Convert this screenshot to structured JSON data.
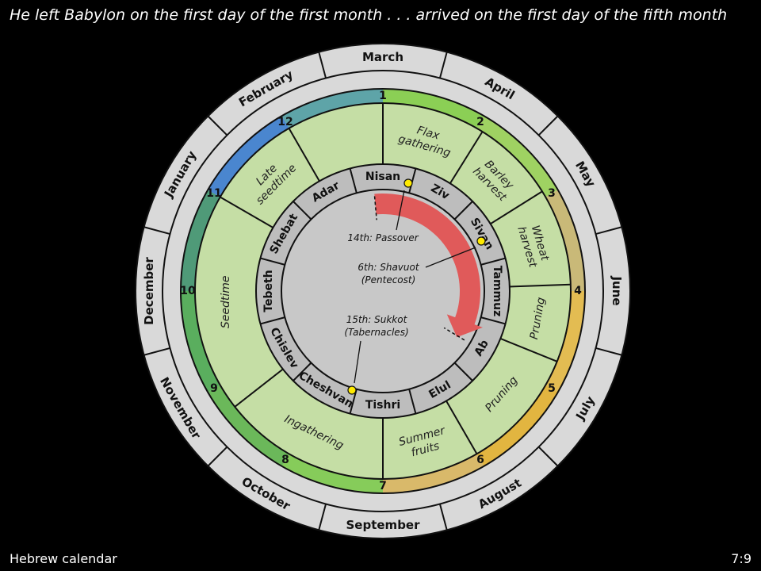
{
  "title": "He left Babylon on the first day of the first month . . . arrived on the first day of the fifth month",
  "footer": {
    "left": "Hebrew calendar",
    "right": "7:9"
  },
  "gregorian_months": [
    "March",
    "April",
    "May",
    "June",
    "July",
    "August",
    "September",
    "October",
    "November",
    "December",
    "January",
    "February"
  ],
  "month_numbers": [
    "1",
    "2",
    "3",
    "4",
    "5",
    "6",
    "7",
    "8",
    "9",
    "10",
    "11",
    "12"
  ],
  "number_ring_colors": [
    "#8bcf55",
    "#9fd262",
    "#c9b978",
    "#e3bc52",
    "#e2b540",
    "#d9b96a",
    "#86cc5a",
    "#6bb85a",
    "#5aae5e",
    "#4f9a78",
    "#4a86cf",
    "#5ea4a8"
  ],
  "seasons": [
    {
      "lines": [
        "Flax",
        "gathering"
      ]
    },
    {
      "lines": [
        "Barley",
        "harvest"
      ]
    },
    {
      "lines": [
        "Wheat",
        "harvest"
      ]
    },
    {
      "lines": [
        "Pruning"
      ]
    },
    {
      "lines": [
        "Pruning"
      ]
    },
    {
      "lines": [
        "Summer",
        "fruits"
      ]
    },
    {
      "lines": [
        "Ingathering"
      ]
    },
    {
      "lines": [
        "Seedtime"
      ]
    },
    {
      "lines": [
        "Late",
        "seedtime"
      ]
    }
  ],
  "hebrew_months": [
    "Nisan",
    "Ziv",
    "Sivan",
    "Tammuz",
    "Ab",
    "Elul",
    "Tishri",
    "Cheshvan",
    "Chislev",
    "Tebeth",
    "Shebat",
    "Adar"
  ],
  "feasts": [
    {
      "lines": [
        "14th: Passover"
      ]
    },
    {
      "lines": [
        "6th: Shavuot",
        "(Pentecost)"
      ]
    },
    {
      "lines": [
        "15th: Sukkot",
        "(Tabernacles)"
      ]
    }
  ],
  "colors": {
    "background": "#000000",
    "outer_ring": "#d9d9d9",
    "season_ring": "#c5dea5",
    "hebrew_ring": "#bdbdbd",
    "center": "#c8c8c8",
    "journey_arrow": "#e05a5a",
    "feast_dot": "#ffea00"
  }
}
